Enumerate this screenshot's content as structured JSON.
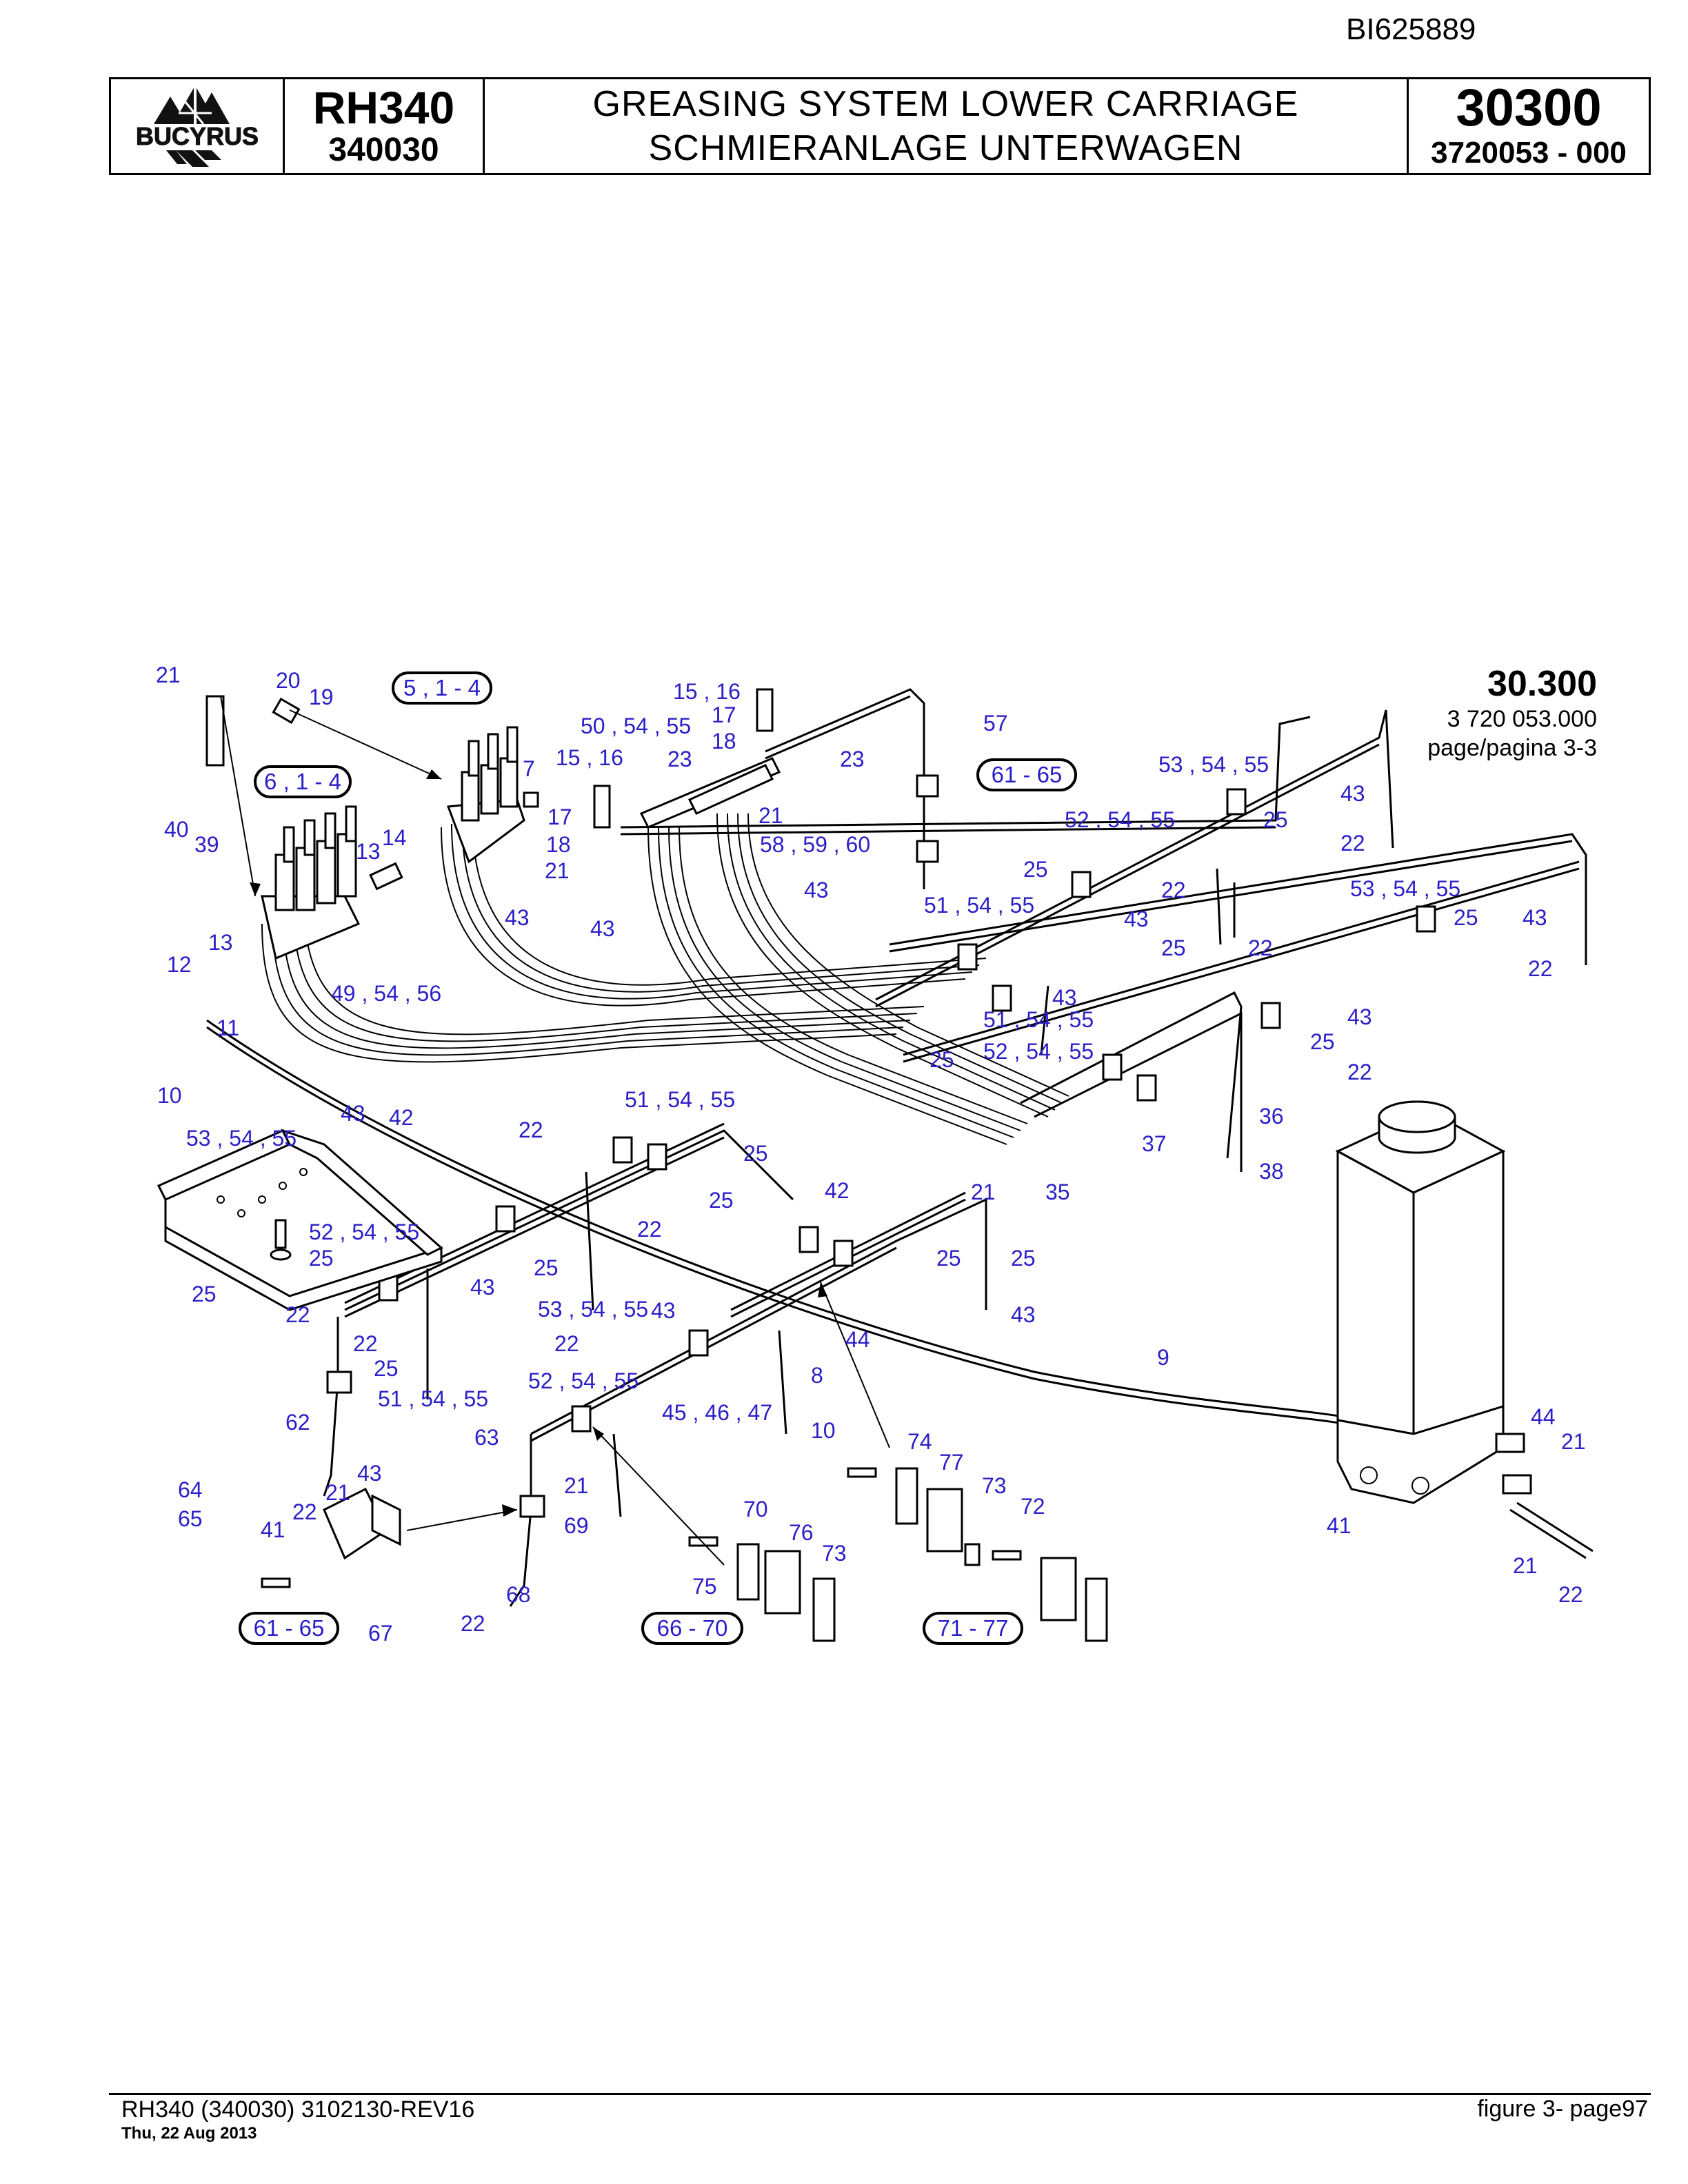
{
  "doc_id": "BI625889",
  "header": {
    "brand": "BUCYRUS",
    "model": "RH340",
    "model_code": "340030",
    "title_en": "GREASING SYSTEM LOWER CARRIAGE",
    "title_de": "SCHMIERANLAGE UNTERWAGEN",
    "section": "30300",
    "doc_number": "3720053  - 000"
  },
  "figure_ref": {
    "number": "30.300",
    "code": "3 720 053.000",
    "page": "page/pagina 3-3"
  },
  "groups": [
    "5 , 1 - 4",
    "6 , 1 - 4",
    "61 - 65",
    "61 - 65",
    "66 - 70",
    "71 - 77"
  ],
  "callouts": [
    "21",
    "20",
    "19",
    "40",
    "39",
    "13",
    "14",
    "7",
    "17",
    "18",
    "21",
    "15 , 16",
    "50 , 54 , 55",
    "15 , 16",
    "17",
    "18",
    "23",
    "23",
    "57",
    "21",
    "58 , 59 , 60",
    "43",
    "43",
    "43",
    "12",
    "13",
    "11",
    "10",
    "49 , 54 , 56",
    "43",
    "53 , 54 , 55",
    "52 , 54 , 55",
    "43",
    "22",
    "53 , 54 , 55",
    "25",
    "43",
    "22",
    "25",
    "51 , 54 , 55",
    "25",
    "43",
    "22",
    "25",
    "51 , 54 , 55",
    "52 , 54 , 55",
    "25",
    "43",
    "22",
    "25",
    "43",
    "22",
    "36",
    "38",
    "37",
    "35",
    "53 , 54 , 55",
    "52 , 54 , 55",
    "25",
    "25",
    "42",
    "22",
    "51 , 54 , 55",
    "25",
    "25",
    "42",
    "22",
    "21",
    "25",
    "25",
    "43",
    "22",
    "43",
    "22",
    "25",
    "53 , 54 , 55",
    "25",
    "51 , 54 , 55",
    "43",
    "22",
    "52 , 54 , 55",
    "44",
    "8",
    "10",
    "45 , 46 , 47",
    "9",
    "44",
    "21",
    "41",
    "21",
    "22",
    "63",
    "62",
    "64",
    "65",
    "21",
    "43",
    "22",
    "41",
    "22",
    "21",
    "69",
    "68",
    "67",
    "70",
    "76",
    "73",
    "75",
    "74",
    "77",
    "73",
    "72"
  ],
  "footer": {
    "doc_line": "RH340 (340030) 3102130-REV16",
    "date": "Thu, 22 Aug 2013",
    "page": "figure  3- page97"
  }
}
